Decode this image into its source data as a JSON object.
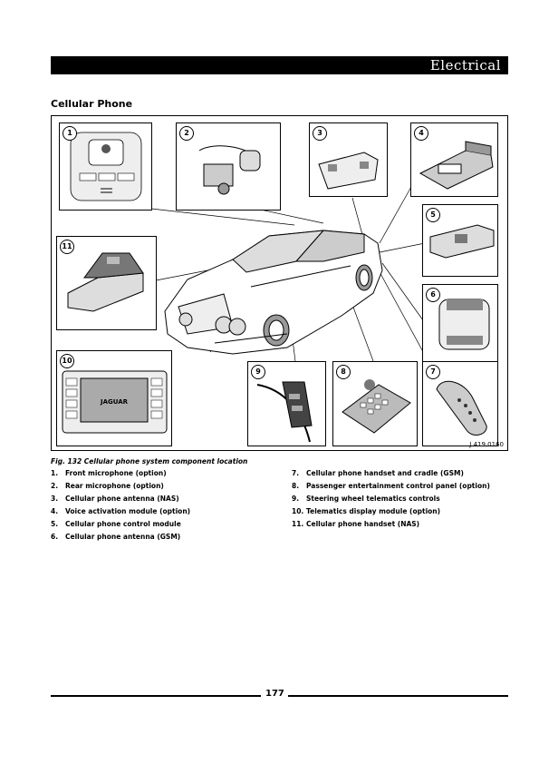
{
  "header": {
    "section": "Electrical"
  },
  "page_heading": "Cellular Phone",
  "figure": {
    "ref_code": "J.419.0160",
    "callouts": [
      "1",
      "2",
      "3",
      "4",
      "5",
      "6",
      "7",
      "8",
      "9",
      "10",
      "11"
    ],
    "display_brand": "JAGUAR"
  },
  "caption": "Fig. 132  Cellular phone system component location",
  "items_left": [
    {
      "num": "1.",
      "text": "Front microphone (option)"
    },
    {
      "num": "2.",
      "text": "Rear microphone (option)"
    },
    {
      "num": "3.",
      "text": "Cellular phone antenna (NAS)"
    },
    {
      "num": "4.",
      "text": "Voice activation module (option)"
    },
    {
      "num": "5.",
      "text": "Cellular phone control module"
    },
    {
      "num": "6.",
      "text": "Cellular phone antenna (GSM)"
    }
  ],
  "items_right": [
    {
      "num": "7.",
      "text": "Cellular phone handset and cradle (GSM)"
    },
    {
      "num": "8.",
      "text": "Passenger entertainment control panel (option)"
    },
    {
      "num": "9.",
      "text": "Steering wheel telematics controls"
    },
    {
      "num": "10.",
      "text": "Telematics display module (option)"
    },
    {
      "num": "11.",
      "text": "Cellular phone handset (NAS)"
    }
  ],
  "footer": {
    "page_number": "177"
  }
}
